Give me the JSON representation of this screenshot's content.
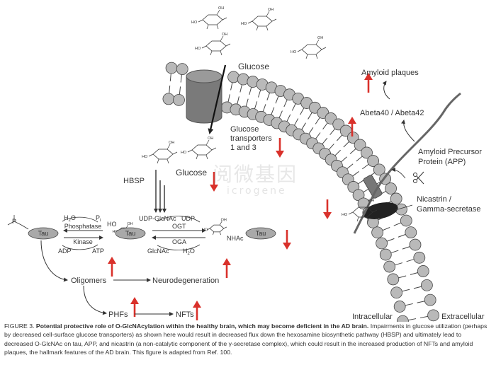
{
  "labels": {
    "glucose_top": "Glucose",
    "glucose_transporters": [
      "Glucose",
      "transporters",
      "1 and 3"
    ],
    "glucose_inner": "Glucose",
    "hbsp": "HBSP",
    "amyloid_plaques": "Amyloid plaques",
    "abeta": "Abeta40 / Abeta42",
    "app": [
      "Amyloid Precursor",
      "Protein (APP)"
    ],
    "nicastrin": [
      "Nicastrin /",
      "Gamma-secretase"
    ],
    "intracellular": "Intracellular",
    "extracellular": "Extracellular",
    "h2o_left": "H",
    "h2o_left_sub": "2",
    "h2o_left_o": "O",
    "pi": "P",
    "pi_sub": "i",
    "phosphatase": "Phosphatase",
    "kinase": "Kinase",
    "adp": "ADP",
    "atp": "ATP",
    "udp_glcnac": "UDP-GlcNAc",
    "udp": "UDP",
    "ogt": "OGT",
    "oga": "OGA",
    "glcnac": "GlcNAc",
    "h2o_right": "H",
    "h2o_right_sub": "2",
    "h2o_right_o": "O",
    "tau": "Tau",
    "nhac": "NHAc",
    "oligomers": "Oligomers",
    "neurodegeneration": "Neurodegeneration",
    "phfs": "PHFs",
    "nfts": "NFTs",
    "ho": "HO",
    "oh": "OH"
  },
  "watermark": "阅微基因",
  "watermark_sub": "icrogene",
  "caption": {
    "prefix": "FIGURE 3. ",
    "bold": "Potential protective role of O-GlcNAcylation within the healthy brain, which may become deficient in the AD brain.",
    "rest": " Impairments in glucose utilization (perhaps by decreased cell-surface glucose transporters) as shown here would result in decreased flux down the hexosamine biosynthetic pathway (HBSP) and ultimately lead to decreased O-GlcNAc on tau, APP, and nicastrin (a non-catalytic component of the γ-secretase complex), which could result in the increased production of NFTs and amyloid plaques, the hallmark features of the AD brain. This figure is adapted from Ref. 100."
  },
  "colors": {
    "red_arrow": "#d9312b",
    "bead": "#b9b9b9",
    "transporter": "#7a7a7a",
    "tau": "#a9a9a9"
  }
}
